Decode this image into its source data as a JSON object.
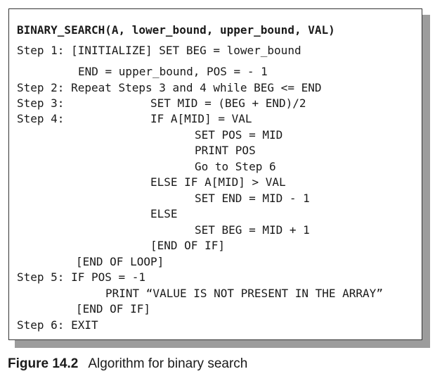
{
  "algorithm": {
    "title": "BINARY_SEARCH(A, lower_bound, upper_bound, VAL)",
    "lines": [
      "Step 1: [INITIALIZE] SET BEG = lower_bound",
      "END = upper_bound, POS = - 1",
      "Step 2: Repeat Steps 3 and 4 while BEG <= END",
      "Step 3:",
      "SET MID = (BEG + END)/2",
      "Step 4:",
      "IF A[MID] = VAL",
      "SET POS = MID",
      "PRINT POS",
      "Go to Step 6",
      "ELSE IF A[MID] > VAL",
      "SET END = MID - 1",
      "ELSE",
      "SET BEG = MID + 1",
      "[END OF IF]",
      "[END OF LOOP]",
      "Step 5: IF POS = -1",
      "PRINT “VALUE IS NOT PRESENT IN THE ARRAY”",
      "[END OF IF]",
      "Step 6: EXIT"
    ]
  },
  "caption": {
    "figure_number": "Figure 14.2",
    "text": "Algorithm for binary search"
  }
}
